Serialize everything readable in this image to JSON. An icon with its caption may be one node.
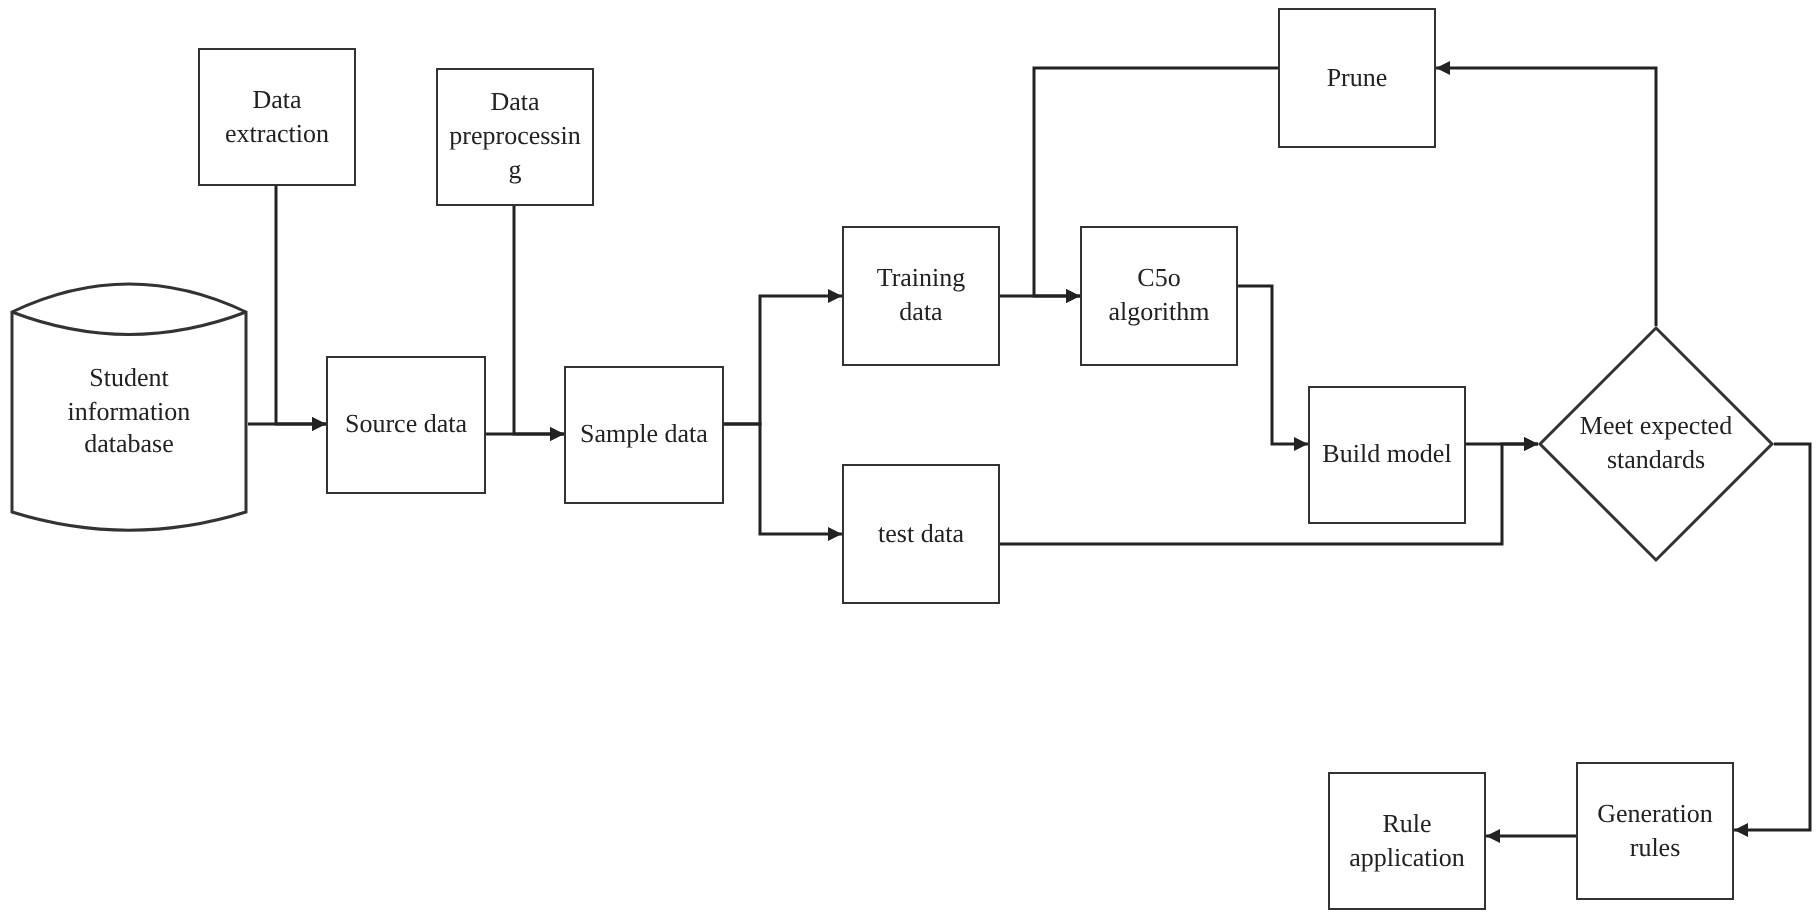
{
  "diagram": {
    "nodes": [
      {
        "text": [
          "Student information database"
        ]
      },
      {
        "text": [
          "Data extraction"
        ]
      },
      {
        "text": [
          "Data preprocessing"
        ]
      },
      {
        "text": [
          "Source data"
        ]
      },
      {
        "text": [
          "Sample data"
        ]
      },
      {
        "text": [
          "Training data"
        ]
      },
      {
        "text": [
          "test data"
        ]
      },
      {
        "text": [
          "C5o algorithm"
        ]
      },
      {
        "text": [
          "Prune"
        ]
      },
      {
        "text": [
          "Build model"
        ]
      },
      {
        "text": [
          "Meet expected standards"
        ]
      },
      {
        "text": [
          "Generation rules"
        ]
      },
      {
        "text": [
          "Rule application"
        ]
      }
    ],
    "edges": [
      {
        "from": 0,
        "to": 3,
        "arrow": "to"
      },
      {
        "from": 1,
        "to": 3,
        "arrow": "to"
      },
      {
        "from": 3,
        "to": 4,
        "arrow": "to"
      },
      {
        "from": 2,
        "to": 4,
        "arrow": "to"
      },
      {
        "from": 4,
        "to": 5,
        "arrow": "to"
      },
      {
        "from": 4,
        "to": 6,
        "arrow": "to"
      },
      {
        "from": 5,
        "to": 7,
        "arrow": "to"
      },
      {
        "from": 8,
        "to": 7,
        "arrow": "to"
      },
      {
        "from": 7,
        "to": 9,
        "arrow": "to"
      },
      {
        "from": 9,
        "to": 10,
        "arrow": "to"
      },
      {
        "from": 6,
        "to": 10,
        "arrow": "to"
      },
      {
        "from": 10,
        "to": 8,
        "arrow": "to"
      },
      {
        "from": 10,
        "to": 11,
        "arrow": "to"
      },
      {
        "from": 11,
        "to": 12,
        "arrow": "to"
      }
    ]
  }
}
